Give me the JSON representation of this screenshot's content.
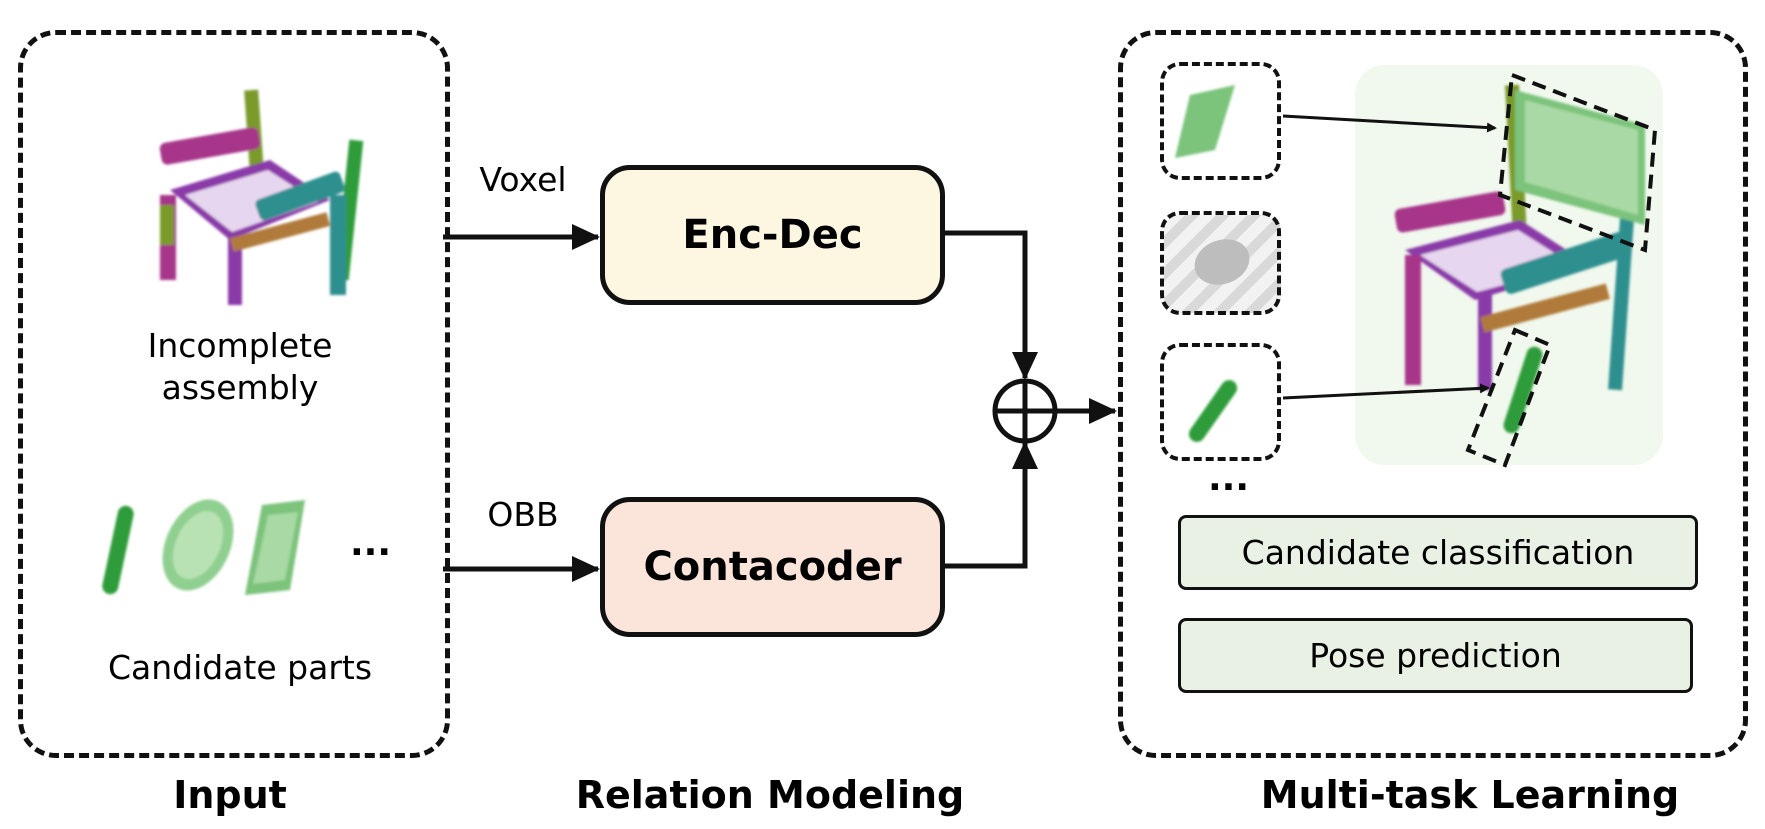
{
  "input": {
    "title": "Input",
    "assembly_label": "Incomplete assembly",
    "candidates_label": "Candidate parts",
    "more": "..."
  },
  "relation": {
    "title": "Relation Modeling",
    "voxel_label": "Voxel",
    "obb_label": "OBB",
    "encdec_label": "Enc-Dec",
    "contacoder_label": "Contacoder",
    "encdec_color": "#fdf7e2",
    "contacoder_color": "#fbe5da"
  },
  "output": {
    "title": "Multi-task Learning",
    "more": "...",
    "task1": "Candidate classification",
    "task2": "Pose prediction",
    "task_color": "#e8f1e4"
  },
  "colors": {
    "part_green": "#2e9c3a",
    "leg_purple": "#a7368a",
    "seat_purple": "#8a3aa8",
    "arm_teal": "#2e8f8f",
    "olive": "#7a9a2a",
    "brown": "#b07a3a"
  }
}
